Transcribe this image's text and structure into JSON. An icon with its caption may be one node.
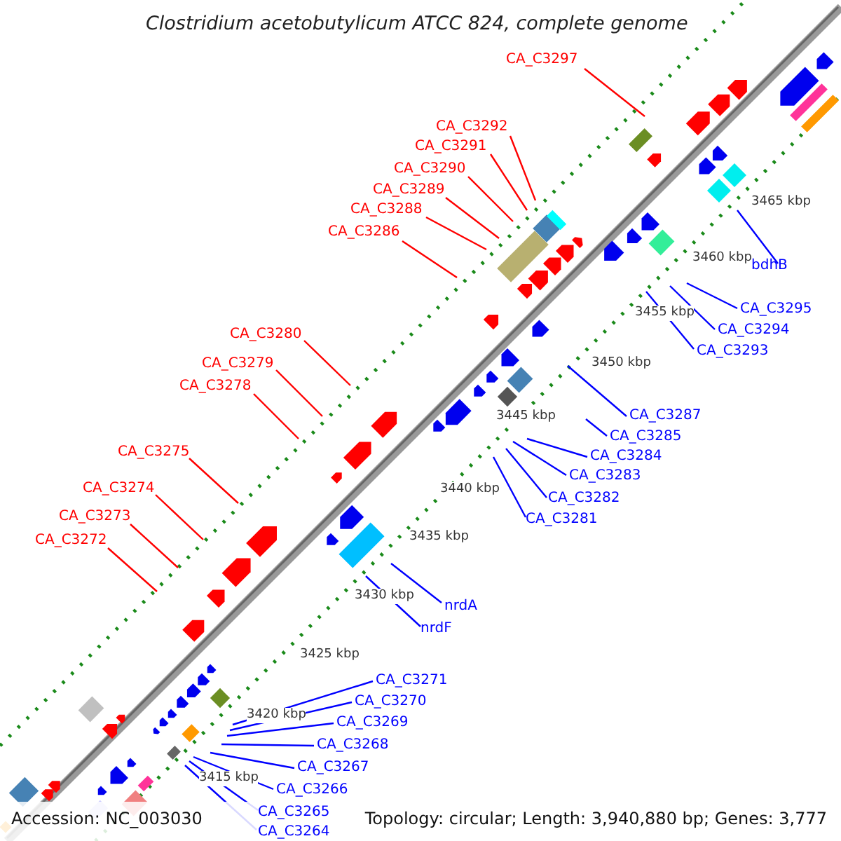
{
  "diagram": {
    "title": "Clostridium acetobutylicum ATCC 824, complete genome",
    "nodes": [
      {
        "text": [
          "CA_C3297"
        ]
      },
      {
        "text": [
          "CA_C3292"
        ]
      },
      {
        "text": [
          "CA_C3291"
        ]
      },
      {
        "text": [
          "CA_C3290"
        ]
      },
      {
        "text": [
          "CA_C3289"
        ]
      },
      {
        "text": [
          "CA_C3288"
        ]
      },
      {
        "text": [
          "CA_C3286"
        ]
      },
      {
        "text": [
          "bdhB"
        ]
      },
      {
        "text": [
          "CA_C3295"
        ]
      },
      {
        "text": [
          "CA_C3294"
        ]
      },
      {
        "text": [
          "CA_C3280"
        ]
      },
      {
        "text": [
          "CA_C3293"
        ]
      },
      {
        "text": [
          "CA_C3279"
        ]
      },
      {
        "text": [
          "CA_C3278"
        ]
      },
      {
        "text": [
          "CA_C3287"
        ]
      },
      {
        "text": [
          "CA_C3285"
        ]
      },
      {
        "text": [
          "CA_C3284"
        ]
      },
      {
        "text": [
          "CA_C3283"
        ]
      },
      {
        "text": [
          "CA_C3275"
        ]
      },
      {
        "text": [
          "CA_C3282"
        ]
      },
      {
        "text": [
          "CA_C3274"
        ]
      },
      {
        "text": [
          "CA_C3281"
        ]
      },
      {
        "text": [
          "CA_C3273"
        ]
      },
      {
        "text": [
          "CA_C3272"
        ]
      },
      {
        "text": [
          "nrdA"
        ]
      },
      {
        "text": [
          "nrdF"
        ]
      },
      {
        "text": [
          "CA_C3271"
        ]
      },
      {
        "text": [
          "CA_C3270"
        ]
      },
      {
        "text": [
          "CA_C3269"
        ]
      },
      {
        "text": [
          "CA_C3268"
        ]
      },
      {
        "text": [
          "CA_C3267"
        ]
      },
      {
        "text": [
          "CA_C3266"
        ]
      },
      {
        "text": [
          "CA_C3265"
        ]
      },
      {
        "text": [
          "CA_C3264"
        ]
      }
    ],
    "edges": [
      {
        "from": 0,
        "to": null,
        "arrow": "none",
        "color": "#ff0000"
      },
      {
        "from": 1,
        "to": null,
        "arrow": "none",
        "color": "#ff0000"
      },
      {
        "from": 2,
        "to": null,
        "arrow": "none",
        "color": "#ff0000"
      },
      {
        "from": 3,
        "to": null,
        "arrow": "none",
        "color": "#ff0000"
      },
      {
        "from": 4,
        "to": null,
        "arrow": "none",
        "color": "#ff0000"
      },
      {
        "from": 5,
        "to": null,
        "arrow": "none",
        "color": "#ff0000"
      },
      {
        "from": 6,
        "to": null,
        "arrow": "none",
        "color": "#ff0000"
      },
      {
        "from": 7,
        "to": null,
        "arrow": "none"
      },
      {
        "from": 8,
        "to": null,
        "arrow": "none"
      },
      {
        "from": 9,
        "to": null,
        "arrow": "none"
      },
      {
        "from": 10,
        "to": null,
        "arrow": "none",
        "color": "#ff0000"
      },
      {
        "from": 11,
        "to": null,
        "arrow": "none"
      },
      {
        "from": 12,
        "to": null,
        "arrow": "none",
        "color": "#ff0000"
      },
      {
        "from": 13,
        "to": null,
        "arrow": "none",
        "color": "#ff0000"
      },
      {
        "from": 14,
        "to": null,
        "arrow": "none"
      },
      {
        "from": 15,
        "to": null,
        "arrow": "none"
      },
      {
        "from": 16,
        "to": null,
        "arrow": "none"
      },
      {
        "from": 17,
        "to": null,
        "arrow": "none"
      },
      {
        "from": 18,
        "to": null,
        "arrow": "none",
        "color": "#ff0000"
      },
      {
        "from": 19,
        "to": null,
        "arrow": "none"
      },
      {
        "from": 20,
        "to": null,
        "arrow": "none",
        "color": "#ff0000"
      },
      {
        "from": 21,
        "to": null,
        "arrow": "none"
      },
      {
        "from": 22,
        "to": null,
        "arrow": "none",
        "color": "#ff0000"
      },
      {
        "from": 23,
        "to": null,
        "arrow": "none",
        "color": "#ff0000"
      },
      {
        "from": 24,
        "to": null,
        "arrow": "none"
      },
      {
        "from": 25,
        "to": null,
        "arrow": "none"
      },
      {
        "from": 26,
        "to": null,
        "arrow": "none"
      },
      {
        "from": 27,
        "to": null,
        "arrow": "none"
      },
      {
        "from": 28,
        "to": null,
        "arrow": "none"
      },
      {
        "from": 29,
        "to": null,
        "arrow": "none"
      },
      {
        "from": 30,
        "to": null,
        "arrow": "none"
      },
      {
        "from": 31,
        "to": null,
        "arrow": "none"
      },
      {
        "from": 32,
        "to": null,
        "arrow": "none"
      },
      {
        "from": 33,
        "to": null,
        "arrow": "none"
      }
    ],
    "labels": [
      "3465 kbp",
      "3460 kbp",
      "3455 kbp",
      "3450 kbp",
      "3445 kbp",
      "3440 kbp",
      "3435 kbp",
      "3430 kbp",
      "3425 kbp",
      "3420 kbp",
      "3415 kbp",
      "Accession: NC_003030",
      "Topology: circular; Length: 3,940,880 bp; Genes: 3,777"
    ]
  }
}
